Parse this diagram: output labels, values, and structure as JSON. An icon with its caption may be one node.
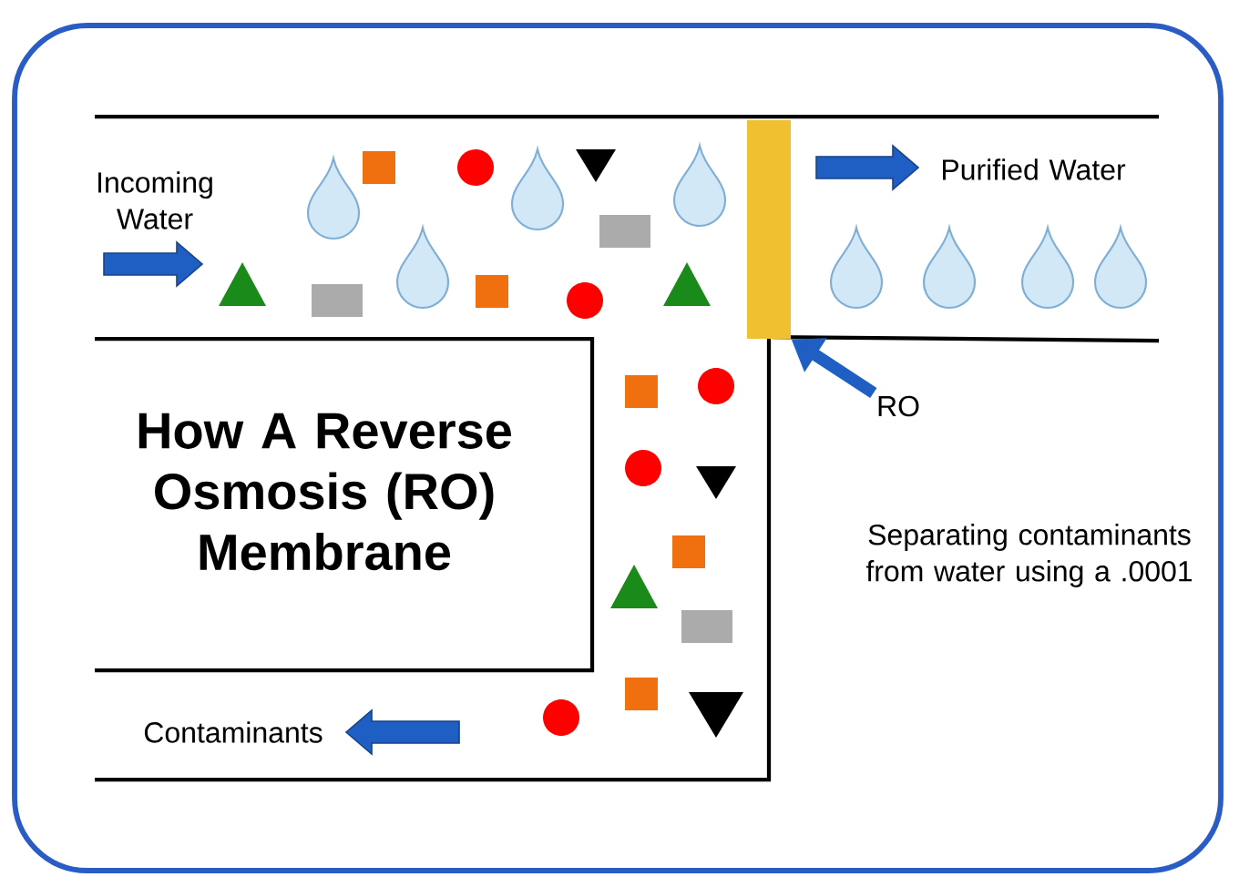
{
  "diagram": {
    "title": "How A Reverse Osmosis (RO) Membrane",
    "nodes": [
      {
        "text": [
          "RO"
        ]
      },
      {
        "text": [],
        "shape": "bar"
      }
    ],
    "edges": [
      {
        "from": 0,
        "to": 1,
        "arrow": "to"
      }
    ],
    "labels": [
      "Incoming Water",
      "Purified Water",
      "Contaminants",
      "Separating contaminants from water using a .0001"
    ]
  }
}
